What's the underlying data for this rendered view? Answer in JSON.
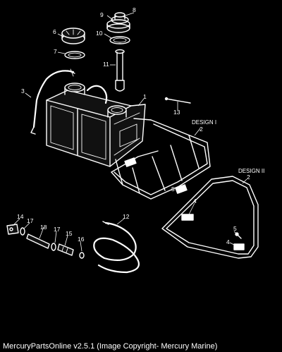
{
  "callouts": {
    "c1": "1",
    "c2a": "2",
    "c2b": "2",
    "c3": "3",
    "c4a": "4",
    "c4b": "4",
    "c5a": "5",
    "c5b": "5",
    "c6": "6",
    "c7": "7",
    "c8": "8",
    "c9": "9",
    "c10": "10",
    "c11": "11",
    "c12": "12",
    "c13": "13",
    "c14": "14",
    "c15": "15",
    "c16": "16",
    "c17a": "17",
    "c17b": "17",
    "c18": "18"
  },
  "designs": {
    "design1": "DESIGN I",
    "design2": "DESIGN II"
  },
  "footer": {
    "copyright": "MercuryPartsOnline v2.5.1 (Image Copyright- Mercury Marine)"
  },
  "colors": {
    "background": "#000000",
    "line_art": "#ffffff"
  }
}
